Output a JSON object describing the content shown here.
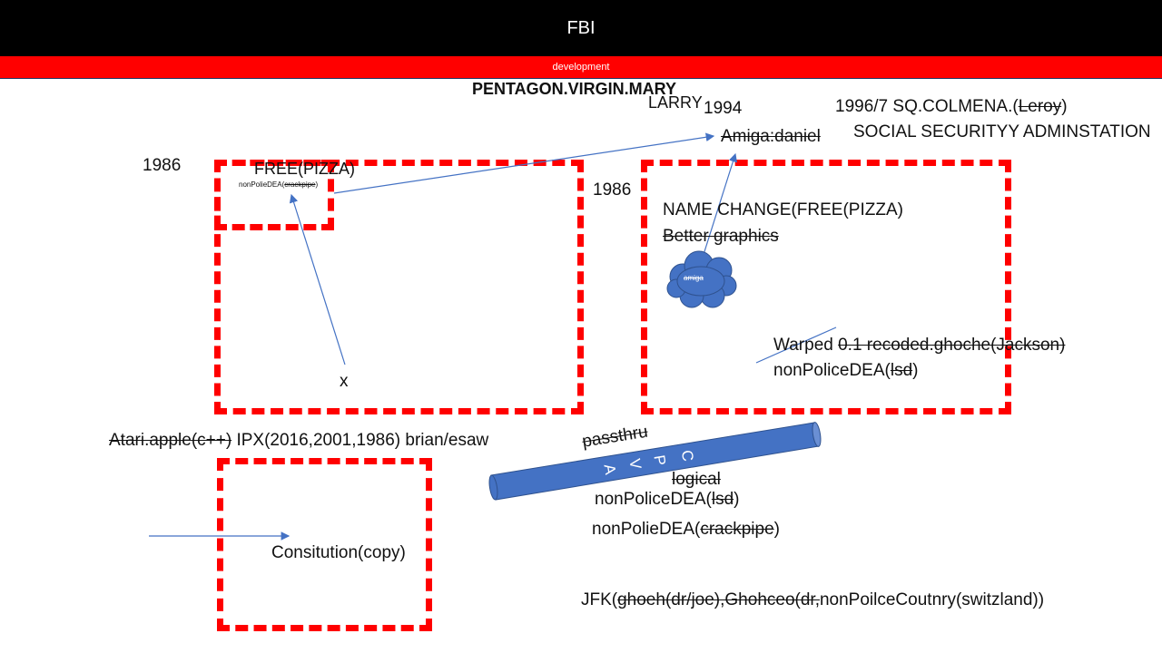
{
  "header": {
    "title": "FBI",
    "subtitle": "development"
  },
  "texts": {
    "pentagon": "PENTAGON.VIRGIN.MARY",
    "larry": "LARRY",
    "year_1994": "1994",
    "amiga_daniel": "Amiga:daniel",
    "sq_colmena": "1996/7 SQ.COLMENA.(",
    "leroy": "Leroy",
    "close_paren": ")",
    "social_security": "SOCIAL SECURITYY ADMINSTATION",
    "year_1986_left": "1986",
    "free_pizza": "FREE(PIZZA)",
    "small_dea": "nonPolieDEA(",
    "small_crackpipe": "crackpipe",
    "year_1986_right": "1986",
    "name_change": "NAME CHANGE(FREE(PIZZA)",
    "better_graphics": "Better graphics",
    "cloud_label": "amiga",
    "warped": "Warped ",
    "recoded": "0.1 recoded.ghoche(Jackson)",
    "dea_lsd_1_prefix": "nonPoliceDEA(",
    "dea_lsd_1_strike": "lsd",
    "x_mark": "x",
    "atari": "Atari.apple(c++)",
    "ipx": " IPX(2016,2001,1986)  brian/esaw",
    "passthru": "passthru",
    "logical": "logical",
    "pipe_letters": [
      "C",
      "P",
      "V",
      "A"
    ],
    "dea_lsd_2_prefix": "nonPoliceDEA(",
    "dea_lsd_2_strike": "lsd",
    "dea_crack_prefix": "nonPolieDEA(",
    "dea_crack_strike": "crackpipe",
    "constitution": "Consitution(copy)",
    "jfk_prefix": "JFK(",
    "jfk_strike": "ghoeh(dr/joe),Ghohceo(dr,",
    "jfk_suffix": "nonPoilceCoutnry(switzland))"
  },
  "colors": {
    "box_dash": "#ff0000",
    "arrow": "#4472c4",
    "cloud": "#4472c4",
    "pipe": "#4472c4"
  }
}
